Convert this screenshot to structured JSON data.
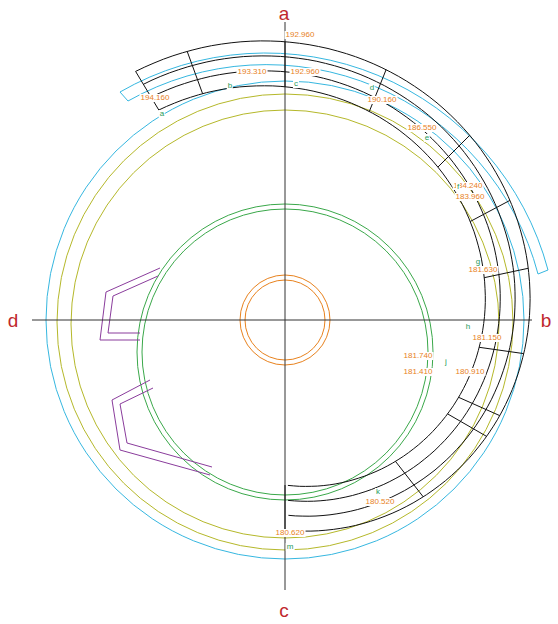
{
  "diagram": {
    "labels": [
      "a",
      "b",
      "c",
      "d",
      "192.960",
      "193.310",
      "192.960",
      "194.160",
      "190.160",
      "186.550",
      "184.240",
      "183.960",
      "181.630",
      "181.150",
      "181.740",
      "181.410",
      "180.910",
      "180.520",
      "180.620",
      "a",
      "b",
      "c",
      "d",
      "e",
      "f",
      "g",
      "h",
      "j",
      "k",
      "m"
    ]
  }
}
